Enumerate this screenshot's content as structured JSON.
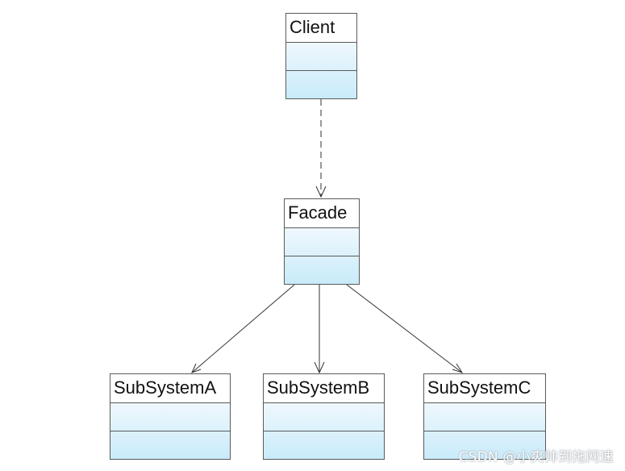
{
  "classes": {
    "client": {
      "name": "Client"
    },
    "facade": {
      "name": "Facade"
    },
    "subsystem_a": {
      "name": "SubSystemA"
    },
    "subsystem_b": {
      "name": "SubSystemB"
    },
    "subsystem_c": {
      "name": "SubSystemC"
    }
  },
  "relationships": [
    {
      "from": "Client",
      "to": "Facade",
      "type": "dependency",
      "style": "dashed"
    },
    {
      "from": "Facade",
      "to": "SubSystemA",
      "type": "association",
      "style": "solid"
    },
    {
      "from": "Facade",
      "to": "SubSystemB",
      "type": "association",
      "style": "solid"
    },
    {
      "from": "Facade",
      "to": "SubSystemC",
      "type": "association",
      "style": "solid"
    }
  ],
  "watermark": "CSDN @小爽帅到拖网速",
  "colors": {
    "class_fill_top": "#ffffff",
    "class_fill_bottom": "#c9ebfa",
    "border": "#5a5a5a",
    "line": "#333333"
  }
}
